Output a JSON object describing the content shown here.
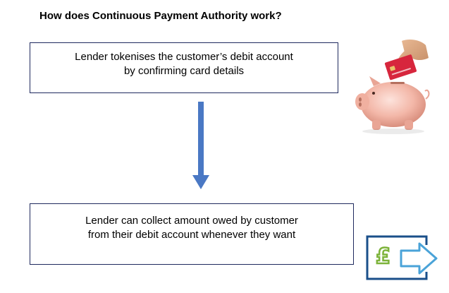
{
  "title": "How does Continuous Payment Authority work?",
  "steps": [
    {
      "line1": "Lender tokenises the customer’s debit account",
      "line2": "by confirming card details"
    },
    {
      "line1": "Lender can collect amount owed by customer",
      "line2": "from their debit account whenever they want"
    }
  ],
  "icons": {
    "piggy": "piggy-bank-card-icon",
    "pound": "pound-transfer-icon"
  },
  "colors": {
    "box_border": "#1f2a5e",
    "arrow": "#4a78c4",
    "pound_green": "#7db33a",
    "transfer_blue": "#1a4f8a",
    "transfer_arrow": "#4aa3d8"
  }
}
